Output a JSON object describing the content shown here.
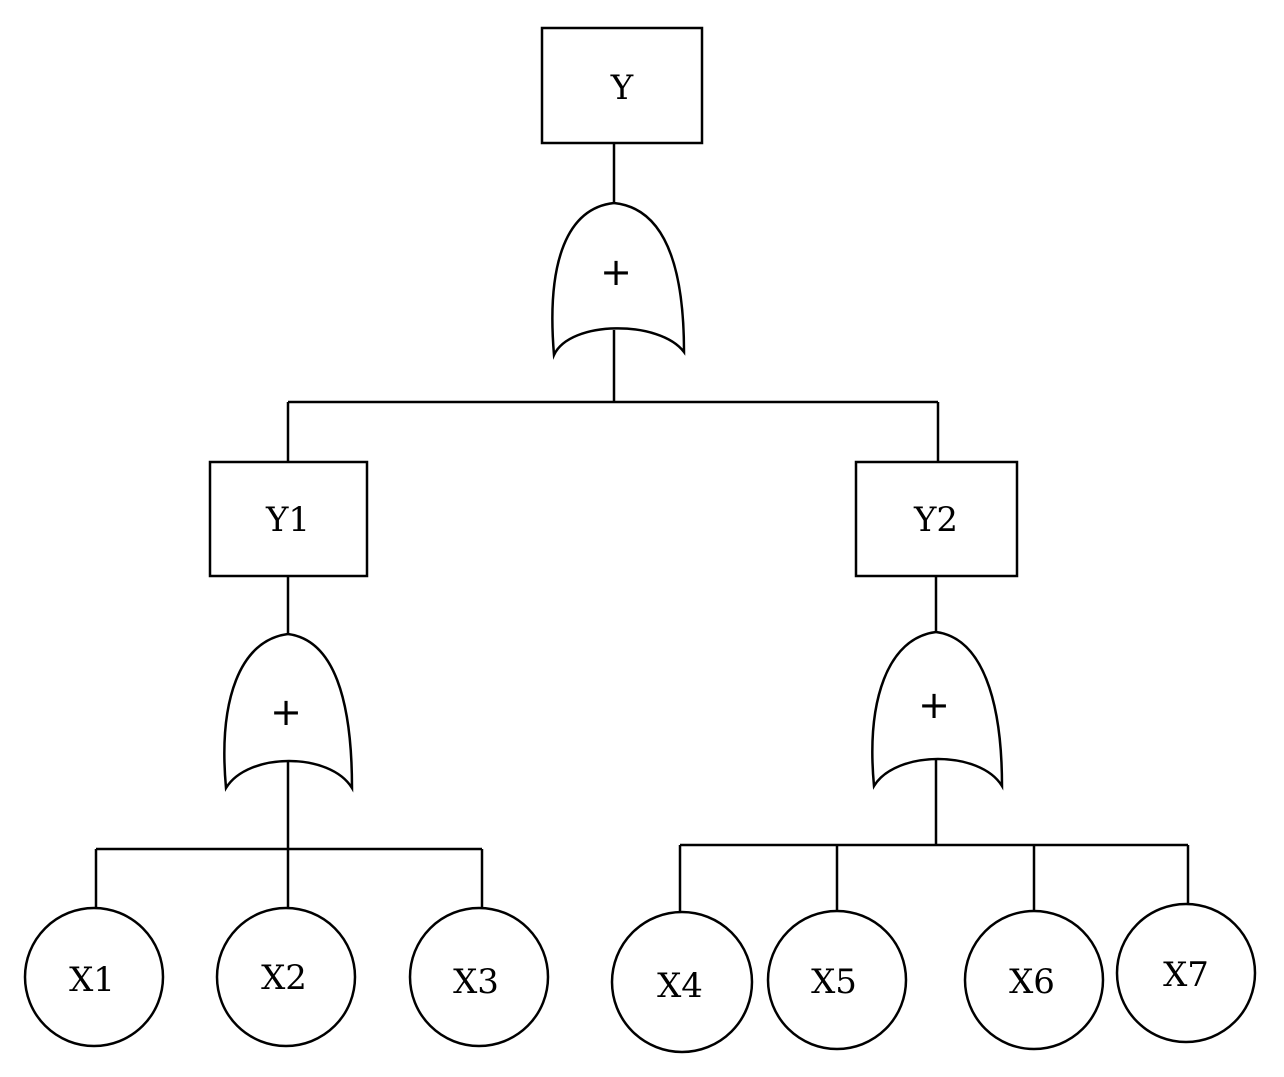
{
  "diagram": {
    "type": "fault-tree",
    "top_event": {
      "label": "Y"
    },
    "top_gate": {
      "symbol": "+"
    },
    "intermediate_events": [
      {
        "label": "Y1",
        "gate_symbol": "+",
        "children": [
          "X1",
          "X2",
          "X3"
        ]
      },
      {
        "label": "Y2",
        "gate_symbol": "+",
        "children": [
          "X4",
          "X5",
          "X6",
          "X7"
        ]
      }
    ],
    "basic_events": [
      "X1",
      "X2",
      "X3",
      "X4",
      "X5",
      "X6",
      "X7"
    ]
  }
}
